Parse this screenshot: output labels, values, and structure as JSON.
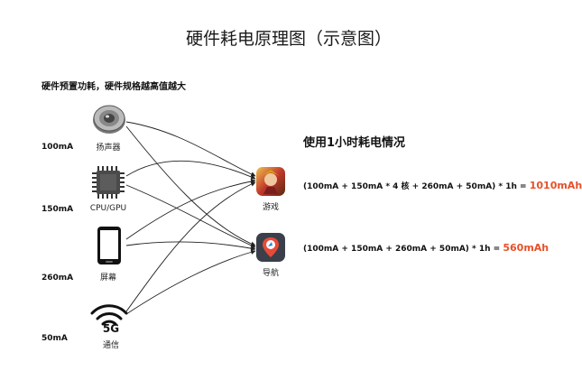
{
  "title": "硬件耗电原理图（示意图）",
  "subtitle": "硬件预置功耗，硬件规格越高值越大",
  "hardware": [
    {
      "name": "扬声器",
      "power": "100mA",
      "icon": "speaker-icon"
    },
    {
      "name": "CPU/GPU",
      "power": "150mA",
      "icon": "chip-icon"
    },
    {
      "name": "屏幕",
      "power": "260mA",
      "icon": "phone-screen-icon"
    },
    {
      "name": "通信",
      "power": "50mA",
      "icon": "wifi-5g-icon",
      "badge": "5G"
    }
  ],
  "apps": [
    {
      "name": "游戏",
      "icon": "game-app-icon"
    },
    {
      "name": "导航",
      "icon": "navigation-app-icon"
    }
  ],
  "usage_title": "使用1小时耗电情况",
  "formulas": [
    {
      "expr": "(100mA + 150mA * 4 核 + 260mA + 50mA) * 1h =",
      "result": "1010mAh"
    },
    {
      "expr": "(100mA + 150mA + 260mA + 50mA) * 1h =",
      "result": "560mAh"
    }
  ],
  "colors": {
    "result": "#e8502a",
    "line": "#222222",
    "nav_bg": "#3a3f4a",
    "nav_pin": "#e84a3a"
  }
}
